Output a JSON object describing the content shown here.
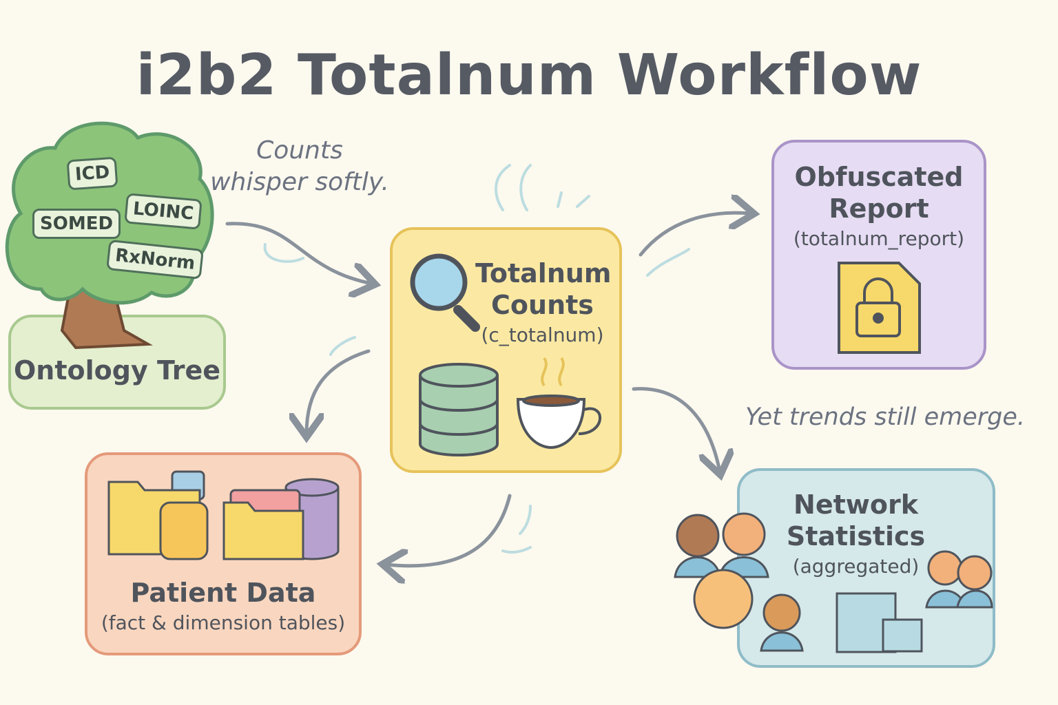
{
  "title": "i2b2 Totalnum Workflow",
  "notes": {
    "top": "Counts whisper softly.",
    "right": "Yet trends still emerge."
  },
  "ontology": {
    "label": "Ontology Tree",
    "tags": [
      "ICD",
      "SOMED",
      "LOINC",
      "RxNorm"
    ]
  },
  "totalnum": {
    "title1": "Totalnum",
    "title2": "Counts",
    "sub": "(c_totalnum)"
  },
  "report": {
    "title1": "Obfuscated",
    "title2": "Report",
    "sub": "(totalnum_report)"
  },
  "patient": {
    "title": "Patient Data",
    "sub": "(fact & dimension tables)"
  },
  "network": {
    "title1": "Network",
    "title2": "Statistics",
    "sub": "(aggregated)"
  },
  "colors": {
    "bg": "#fcf9ef",
    "green": "#8cc47a",
    "yellow": "#fbe9a3",
    "purple": "#e6dcf3",
    "orange": "#f9d6bf",
    "blue": "#d5e8ea",
    "arrow": "#8a929c"
  }
}
